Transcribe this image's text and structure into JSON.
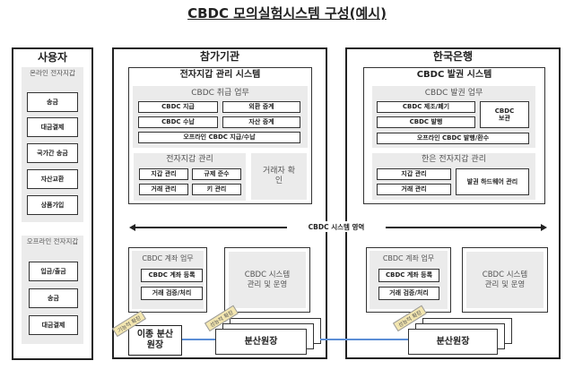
{
  "title": "CBDC 모의실험시스템 구성(예시)",
  "user": {
    "title": "사용자",
    "online": {
      "title": "온라인 전자지갑",
      "items": [
        "송금",
        "대금결제",
        "국가간 송금",
        "자산교환",
        "상품가입"
      ]
    },
    "offline": {
      "title": "오프라인 전자지갑",
      "items": [
        "입금/출금",
        "송금",
        "대금결제"
      ]
    }
  },
  "participant": {
    "title": "참가기관",
    "system": "전자지갑 관리 시스템",
    "handling": {
      "title": "CBDC 취급 업무",
      "items": [
        "CBDC 지급",
        "외환 중계",
        "CBDC 수납",
        "자산 중계",
        "오프라인 CBDC 지급/수납"
      ]
    },
    "wallet": {
      "title": "전자지갑 관리",
      "items": [
        "지갑 관리",
        "규제 준수",
        "거래 관리",
        "키 관리"
      ]
    },
    "verify": "거래자 확인",
    "account": {
      "title": "CBDC 계좌 업무",
      "items": [
        "CBDC 계좌 등록",
        "거래 검증/처리"
      ]
    },
    "sysmgmt": "CBDC 시스템 관리 및 운영",
    "ledger": "분산원장",
    "hetero": "이종 분산원장",
    "tag_func": "기능적 확장",
    "tag_perf": "성능적 확장"
  },
  "bok": {
    "title": "한국은행",
    "system": "CBDC 발권 시스템",
    "issue": {
      "title": "CBDC 발권 업무",
      "items": [
        "CBDC 제조/폐기",
        "CBDC 발행",
        "CBDC 보관",
        "오프라인 CBDC 발행/환수"
      ]
    },
    "wallet": {
      "title": "한은 전자지갑 관리",
      "items": [
        "지갑 관리",
        "거래 관리",
        "발권 하드웨어 관리"
      ]
    },
    "account": {
      "title": "CBDC 계좌 업무",
      "items": [
        "CBDC 계좌 등록",
        "거래 검증/처리"
      ]
    },
    "sysmgmt": "CBDC 시스템 관리 및 운영",
    "ledger": "분산원장",
    "tag_perf": "성능적 확장"
  },
  "area_label": "CBDC 시스템 영역"
}
